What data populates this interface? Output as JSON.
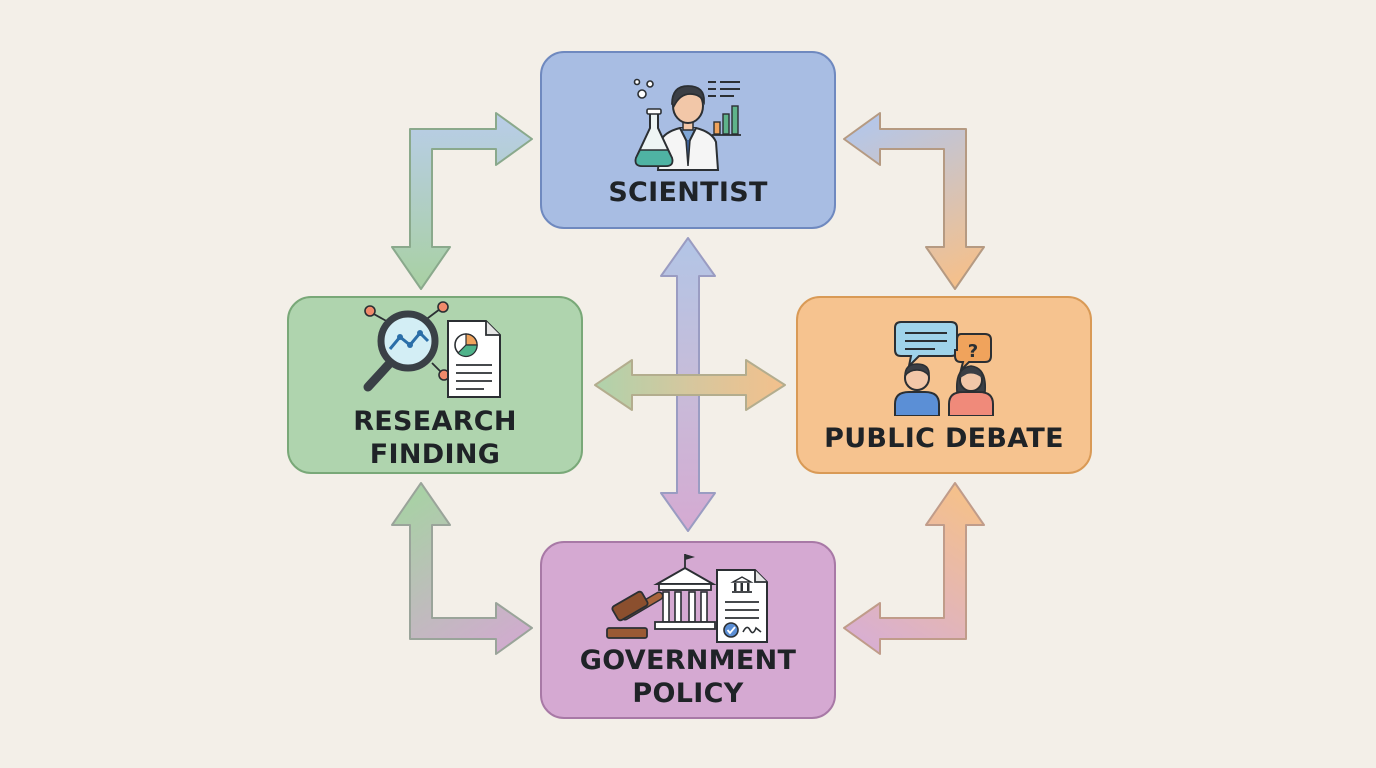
{
  "nodes": {
    "scientist": {
      "label": "SCIENTIST",
      "icon": "scientist-icon",
      "color": "#a8bde3"
    },
    "research": {
      "label": "RESEARCH FINDING",
      "icon": "research-analysis-icon",
      "color": "#afd4ae"
    },
    "debate": {
      "label": "PUBLIC DEBATE",
      "icon": "discussion-people-icon",
      "color": "#f6c38f"
    },
    "policy": {
      "label_line1": "GOVERNMENT",
      "label_line2": "POLICY",
      "icon": "government-law-icon",
      "color": "#d5a9d2"
    }
  },
  "edges": [
    {
      "from": "scientist",
      "to": "research",
      "bidirectional": true
    },
    {
      "from": "scientist",
      "to": "debate",
      "bidirectional": true
    },
    {
      "from": "research",
      "to": "policy",
      "bidirectional": true
    },
    {
      "from": "debate",
      "to": "policy",
      "bidirectional": true
    },
    {
      "from": "scientist",
      "to": "policy",
      "bidirectional": true
    },
    {
      "from": "research",
      "to": "debate",
      "bidirectional": true
    }
  ]
}
